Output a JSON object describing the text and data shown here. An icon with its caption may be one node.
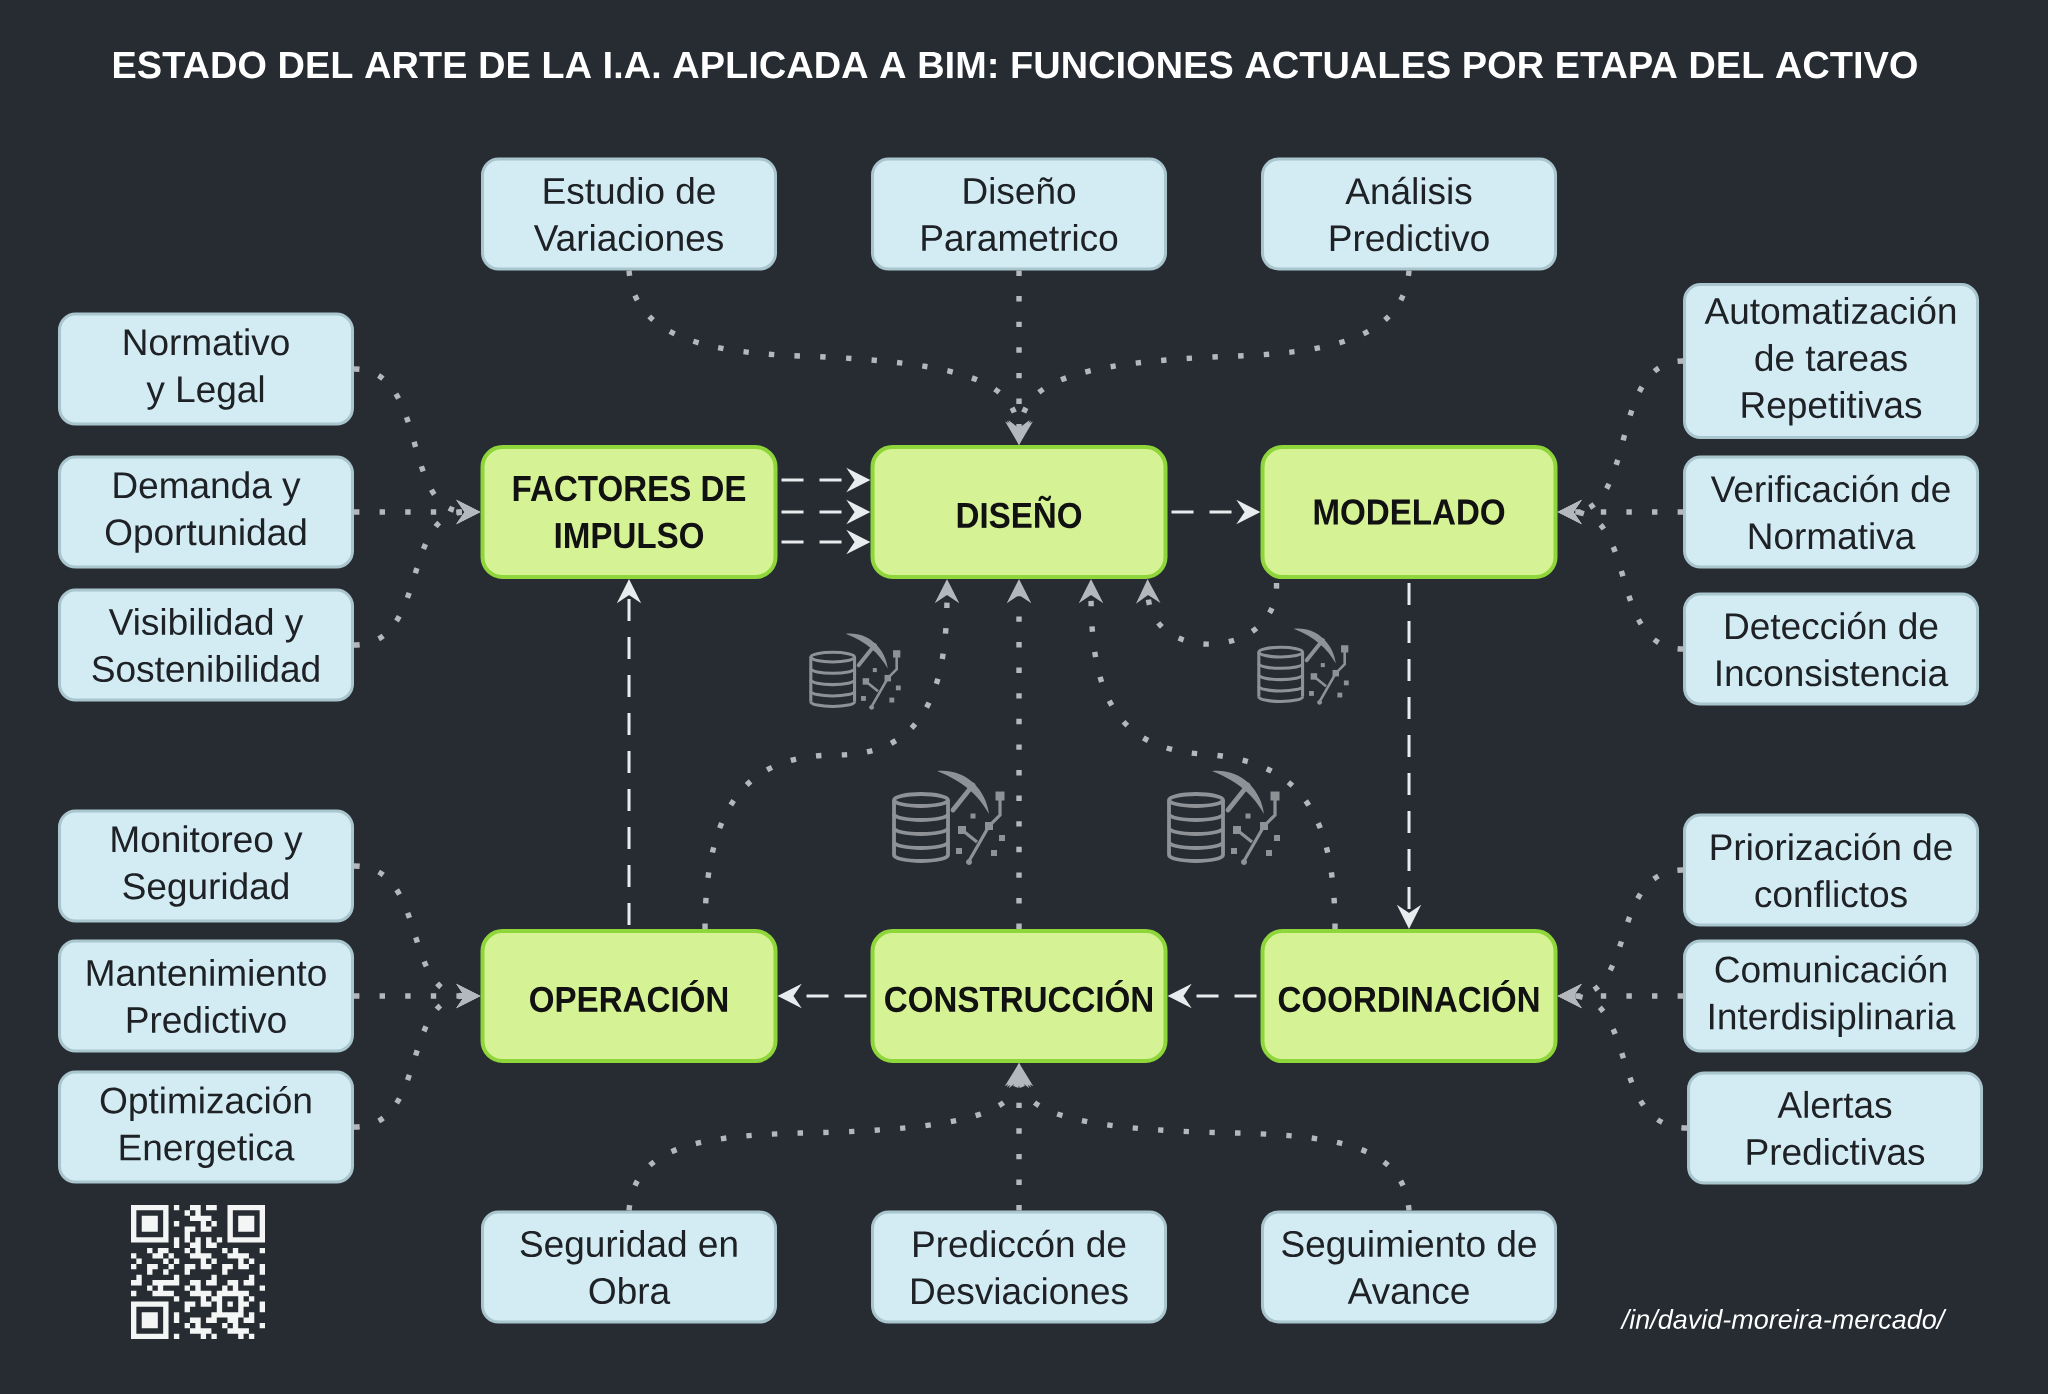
{
  "diagram": {
    "title": "ESTADO DEL ARTE DE LA I.A. APLICADA A BIM: FUNCIONES ACTUALES POR ETAPA DEL ACTIVO",
    "nodes": [
      {
        "text": [
          "Estudio de Variaciones"
        ]
      },
      {
        "text": [
          "Diseño Parametrico"
        ]
      },
      {
        "text": [
          "Análisis Predictivo"
        ]
      },
      {
        "text": [
          "Normativo y Legal"
        ]
      },
      {
        "text": [
          "Demanda y Oportunidad"
        ]
      },
      {
        "text": [
          "Visibilidad y Sostenibilidad"
        ]
      },
      {
        "text": [
          "FACTORES DE IMPULSO"
        ]
      },
      {
        "text": [
          "DISEÑO"
        ]
      },
      {
        "text": [
          "MODELADO"
        ]
      },
      {
        "text": [
          "Automatización de tareas Repetitivas"
        ]
      },
      {
        "text": [
          "Verificación de Normativa"
        ]
      },
      {
        "text": [
          "Detección de Inconsistencia"
        ]
      },
      {
        "text": [
          "Monitoreo y Seguridad"
        ]
      },
      {
        "text": [
          "Mantenimiento Predictivo"
        ]
      },
      {
        "text": [
          "Optimización Energetica"
        ]
      },
      {
        "text": [
          "OPERACIÓN"
        ]
      },
      {
        "text": [
          "CONSTRUCCIÓN"
        ]
      },
      {
        "text": [
          "COORDINACIÓN"
        ]
      },
      {
        "text": [
          "Priorización de conflictos"
        ]
      },
      {
        "text": [
          "Comunicación Interdisiplinaria"
        ]
      },
      {
        "text": [
          "Alertas Predictivas"
        ]
      },
      {
        "text": [
          "Seguridad en Obra"
        ]
      },
      {
        "text": [
          "Prediccón de Desviaciones"
        ]
      },
      {
        "text": [
          "Seguimiento de Avance"
        ]
      }
    ],
    "edges": [
      {
        "from": 0,
        "to": 7,
        "arrow": "to"
      },
      {
        "from": 1,
        "to": 7,
        "arrow": "to"
      },
      {
        "from": 2,
        "to": 7,
        "arrow": "to"
      },
      {
        "from": 3,
        "to": 6,
        "arrow": "to"
      },
      {
        "from": 4,
        "to": 6,
        "arrow": "to"
      },
      {
        "from": 5,
        "to": 6,
        "arrow": "to"
      },
      {
        "from": 9,
        "to": 8,
        "arrow": "to"
      },
      {
        "from": 10,
        "to": 8,
        "arrow": "to"
      },
      {
        "from": 11,
        "to": 8,
        "arrow": "to"
      },
      {
        "from": 6,
        "to": 7,
        "arrow": "to",
        "style": "dashed",
        "color": "#e9ecef"
      },
      {
        "from": 6,
        "to": 7,
        "arrow": "to",
        "style": "dashed",
        "color": "#e9ecef"
      },
      {
        "from": 6,
        "to": 7,
        "arrow": "to",
        "style": "dashed",
        "color": "#e9ecef"
      },
      {
        "from": 7,
        "to": 8,
        "arrow": "to",
        "style": "dashed",
        "color": "#e9ecef"
      },
      {
        "from": 8,
        "to": 17,
        "arrow": "to",
        "style": "dashed",
        "color": "#e9ecef"
      },
      {
        "from": 17,
        "to": 16,
        "arrow": "to",
        "style": "dashed",
        "color": "#e9ecef"
      },
      {
        "from": 16,
        "to": 15,
        "arrow": "to",
        "style": "dashed",
        "color": "#e9ecef"
      },
      {
        "from": 15,
        "to": 6,
        "arrow": "to",
        "style": "dashed",
        "color": "#e9ecef"
      },
      {
        "from": 15,
        "to": 7,
        "arrow": "to"
      },
      {
        "from": 16,
        "to": 7,
        "arrow": "to"
      },
      {
        "from": 17,
        "to": 7,
        "arrow": "to"
      },
      {
        "from": 8,
        "to": 7,
        "arrow": "to"
      },
      {
        "from": 12,
        "to": 15,
        "arrow": "to"
      },
      {
        "from": 13,
        "to": 15,
        "arrow": "to"
      },
      {
        "from": 14,
        "to": 15,
        "arrow": "to"
      },
      {
        "from": 18,
        "to": 17,
        "arrow": "to"
      },
      {
        "from": 19,
        "to": 17,
        "arrow": "to"
      },
      {
        "from": 20,
        "to": 17,
        "arrow": "to"
      },
      {
        "from": 21,
        "to": 16,
        "arrow": "to"
      },
      {
        "from": 22,
        "to": 16,
        "arrow": "to"
      },
      {
        "from": 23,
        "to": 16,
        "arrow": "to"
      }
    ],
    "labels": [
      "/in/david-moreira-mercado/"
    ]
  }
}
